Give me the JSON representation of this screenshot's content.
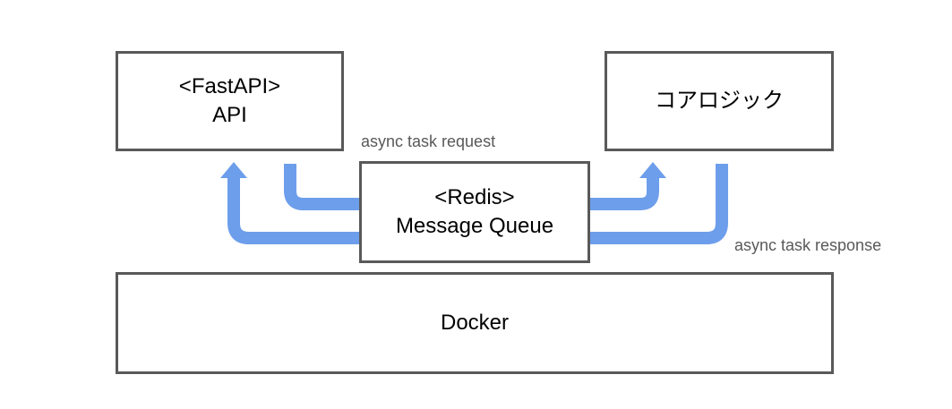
{
  "colors": {
    "arrow": "#6d9eeb",
    "box_border": "#595959",
    "label_text": "#595959",
    "box_text": "#000000"
  },
  "boxes": {
    "fastapi": {
      "line1": "<FastAPI>",
      "line2": "API"
    },
    "core_logic": {
      "line1": "コアロジック"
    },
    "redis": {
      "line1": "<Redis>",
      "line2": "Message Queue"
    },
    "docker": {
      "line1": "Docker"
    }
  },
  "labels": {
    "request": "async task request",
    "response": "async task response"
  }
}
